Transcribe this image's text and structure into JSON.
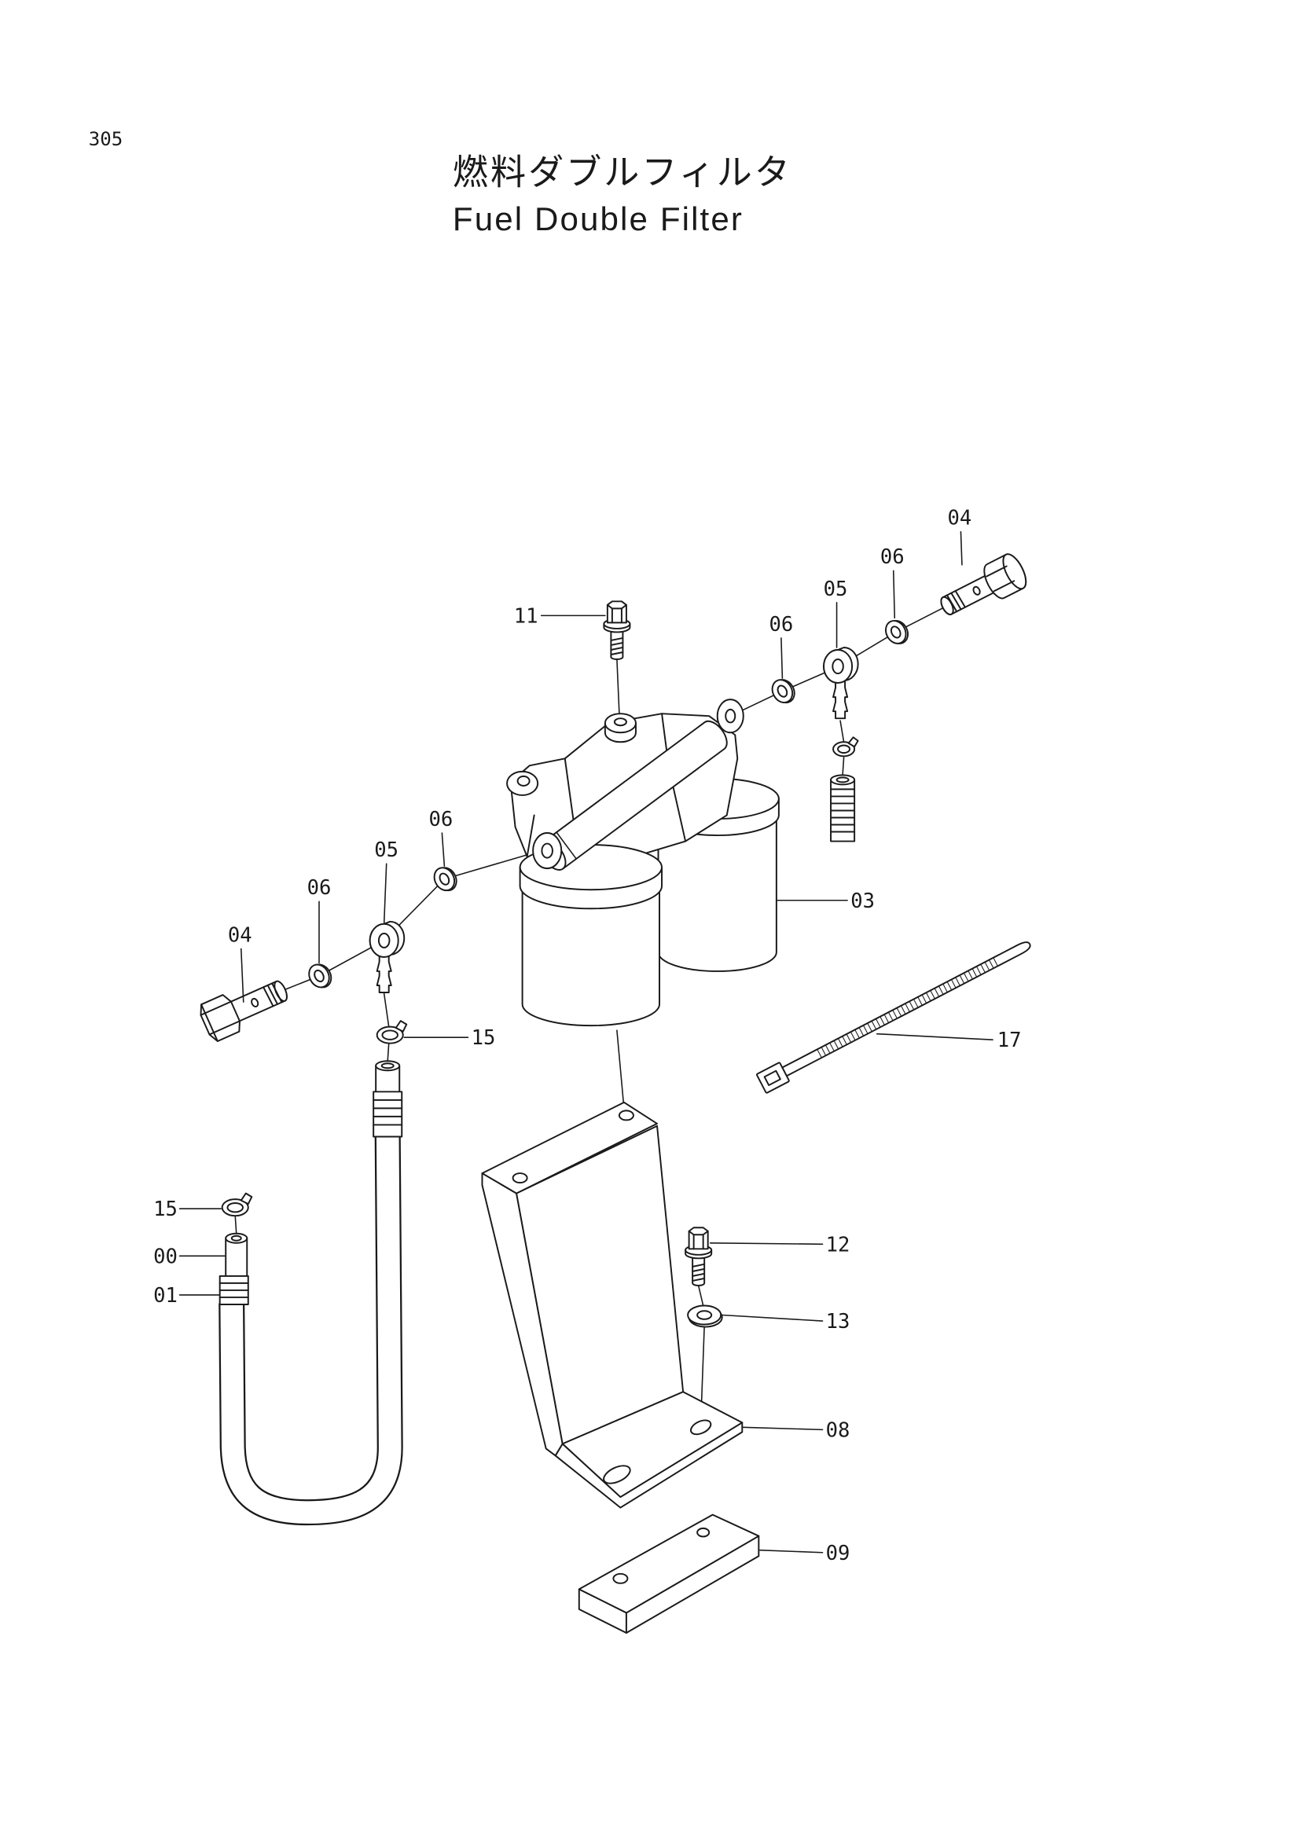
{
  "page_number": "305",
  "title_ja": "燃料ダブルフィルタ",
  "title_en": "Fuel Double Filter",
  "callouts": [
    "04",
    "06",
    "05",
    "06",
    "11",
    "06",
    "05",
    "06",
    "04",
    "03",
    "15",
    "17",
    "15",
    "00",
    "01",
    "12",
    "13",
    "08",
    "09"
  ],
  "colors": {
    "ink": "#1a1a1a",
    "paper": "#ffffff"
  }
}
